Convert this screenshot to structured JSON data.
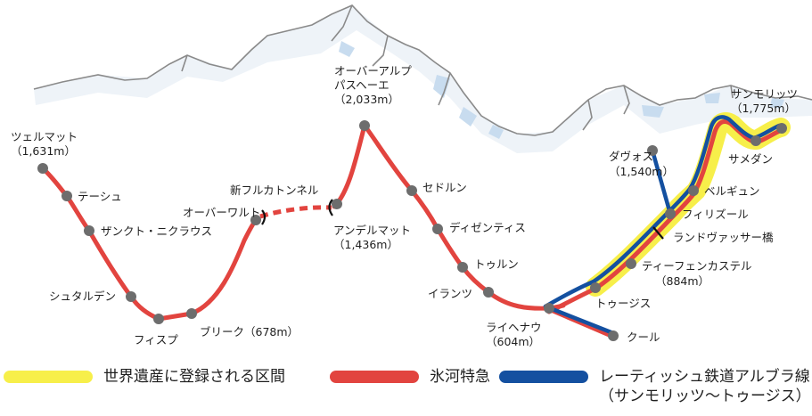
{
  "stations": [
    {
      "id": "zermatt",
      "label_lines": [
        "ツェルマット",
        "（1,631m）"
      ]
    },
    {
      "id": "tasch",
      "label_lines": [
        "テーシュ"
      ]
    },
    {
      "id": "st-niklaus",
      "label_lines": [
        "ザンクト・ニクラウス"
      ]
    },
    {
      "id": "stalden",
      "label_lines": [
        "シュタルデン"
      ]
    },
    {
      "id": "visp",
      "label_lines": [
        "フィスプ"
      ]
    },
    {
      "id": "brig",
      "label_lines": [
        "ブリーク（678m）"
      ]
    },
    {
      "id": "oberwald",
      "label_lines": [
        "オーバーワルト"
      ]
    },
    {
      "id": "new-furka-tunnel",
      "label_lines": [
        "新フルカトンネル"
      ]
    },
    {
      "id": "andermatt",
      "label_lines": [
        "アンデルマット",
        "（1,436m）"
      ]
    },
    {
      "id": "oberalp-pass",
      "label_lines": [
        "オーバーアルプ",
        "パスヘーエ",
        "（2,033m）"
      ]
    },
    {
      "id": "sedrun",
      "label_lines": [
        "セドルン"
      ]
    },
    {
      "id": "disentis",
      "label_lines": [
        "ディゼンティス"
      ]
    },
    {
      "id": "trun",
      "label_lines": [
        "トゥルン"
      ]
    },
    {
      "id": "ilanz",
      "label_lines": [
        "イランツ"
      ]
    },
    {
      "id": "reichenau",
      "label_lines": [
        "ライヘナウ",
        "（604m）"
      ]
    },
    {
      "id": "chur",
      "label_lines": [
        "クール"
      ]
    },
    {
      "id": "thusis",
      "label_lines": [
        "トゥージス"
      ]
    },
    {
      "id": "tiefencastel",
      "label_lines": [
        "ティーフェンカステル",
        "（884m）"
      ]
    },
    {
      "id": "landwasser",
      "label_lines": [
        "ランドヴァッサー橋"
      ]
    },
    {
      "id": "filisur",
      "label_lines": [
        "フィリズール"
      ]
    },
    {
      "id": "bergun",
      "label_lines": [
        "ベルギュン"
      ]
    },
    {
      "id": "davos",
      "label_lines": [
        "ダヴォス",
        "（1,540m）"
      ]
    },
    {
      "id": "samedan",
      "label_lines": [
        "サメダン"
      ]
    },
    {
      "id": "st-moritz",
      "label_lines": [
        "サンモリッツ",
        "（1,775m）"
      ]
    }
  ],
  "legend": [
    {
      "id": "heritage",
      "label": "世界遺産に登録される区間",
      "color": "#f7ef4a"
    },
    {
      "id": "glacier-express",
      "label": "氷河特急",
      "color": "#e2443f"
    },
    {
      "id": "rhb-albula",
      "label": "レーティッシュ鉄道アルブラ線",
      "label2": "（サンモリッツ〜トゥージス）",
      "color": "#1450a0"
    }
  ],
  "colors": {
    "glacier_express": "#e2443f",
    "rhb": "#1450a0",
    "heritage_glow": "#f7ef4a",
    "station": "#6d6d6d",
    "mountain": "#8a8a8a",
    "glacier": "#c8dcef"
  }
}
